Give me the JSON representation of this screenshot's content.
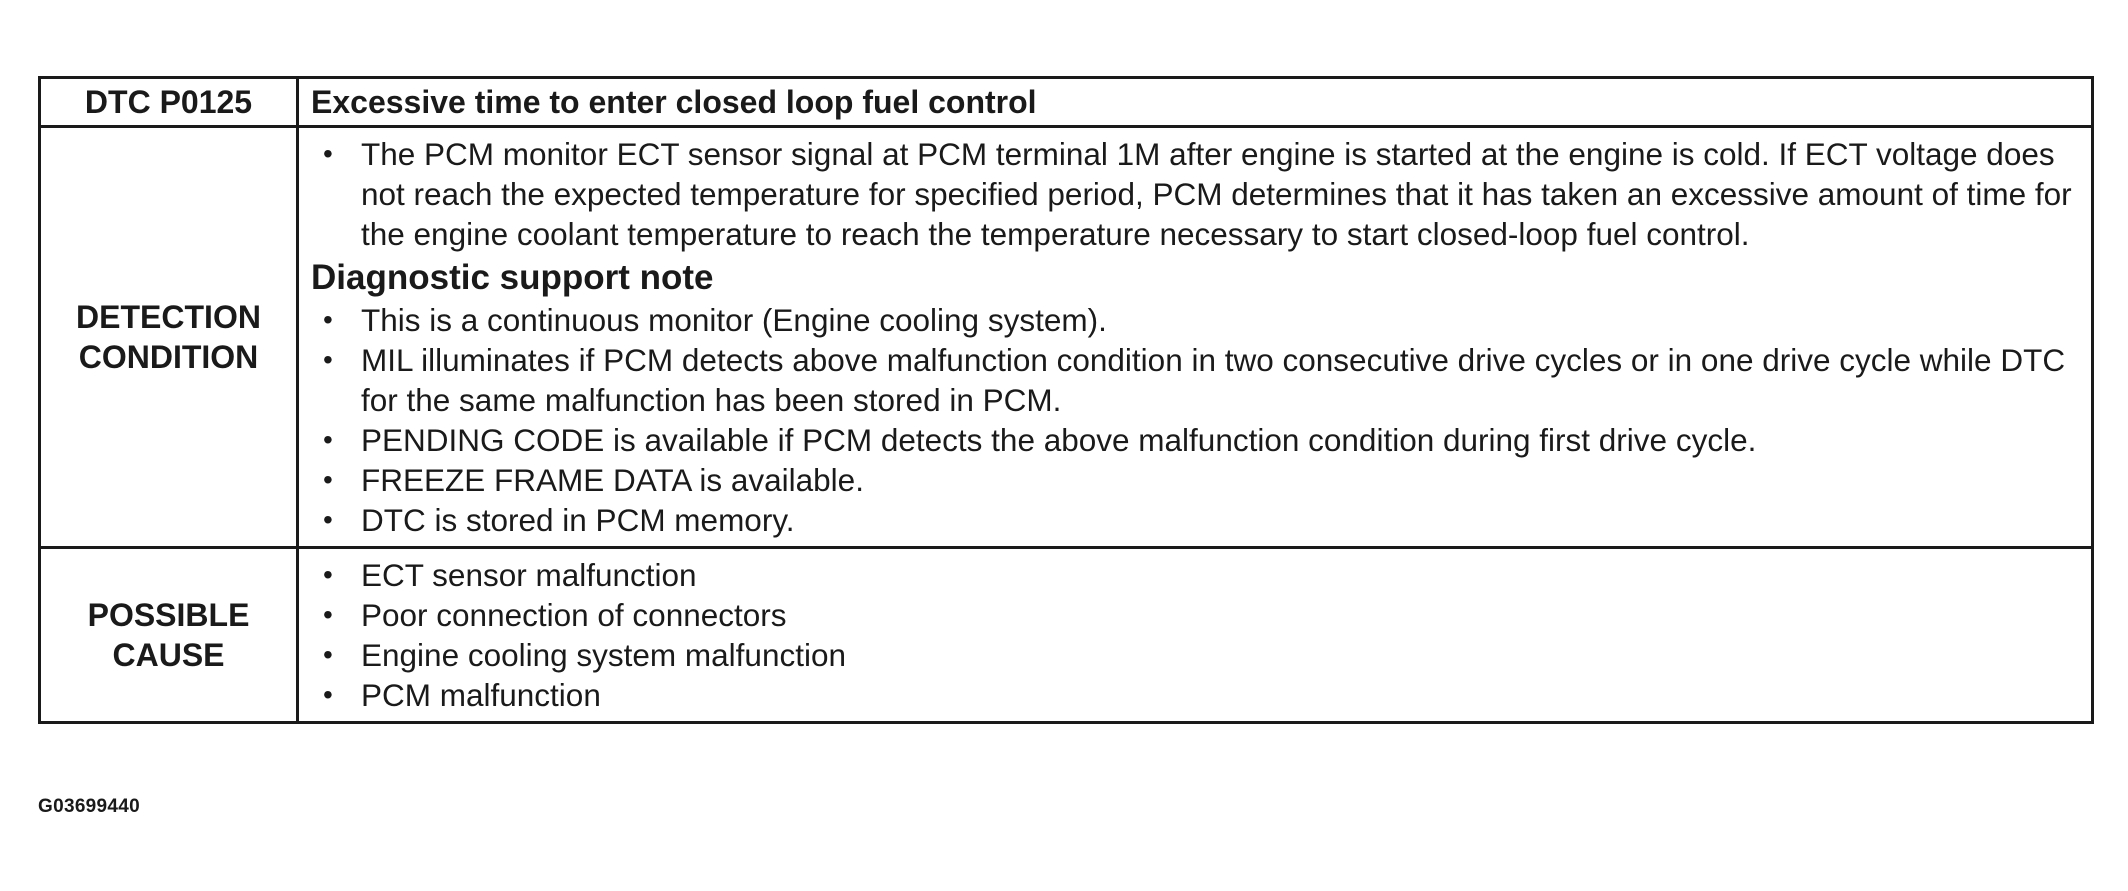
{
  "header": {
    "code": "DTC P0125",
    "title": "Excessive time to enter closed loop fuel control"
  },
  "detection": {
    "label_line1": "DETECTION",
    "label_line2": "CONDITION",
    "description": "The PCM monitor ECT sensor signal at PCM terminal 1M after engine is started at the engine is cold. If ECT voltage does not reach the expected temperature for specified period, PCM determines that it has taken an excessive amount of time for the engine coolant temperature to reach the temperature necessary to start closed-loop fuel control.",
    "support_heading": "Diagnostic support note",
    "notes": [
      "This is a continuous monitor (Engine cooling system).",
      "MIL illuminates if PCM detects above malfunction condition in two consecutive drive cycles or in one drive cycle while DTC for the same malfunction has been stored in PCM.",
      "PENDING CODE is available if PCM detects the above malfunction condition during first drive cycle.",
      "FREEZE FRAME DATA is available.",
      "DTC is stored in PCM memory."
    ]
  },
  "cause": {
    "label_line1": "POSSIBLE",
    "label_line2": "CAUSE",
    "items": [
      "ECT sensor malfunction",
      "Poor connection of connectors",
      "Engine cooling system malfunction",
      "PCM malfunction"
    ]
  },
  "figure_code": "G03699440"
}
